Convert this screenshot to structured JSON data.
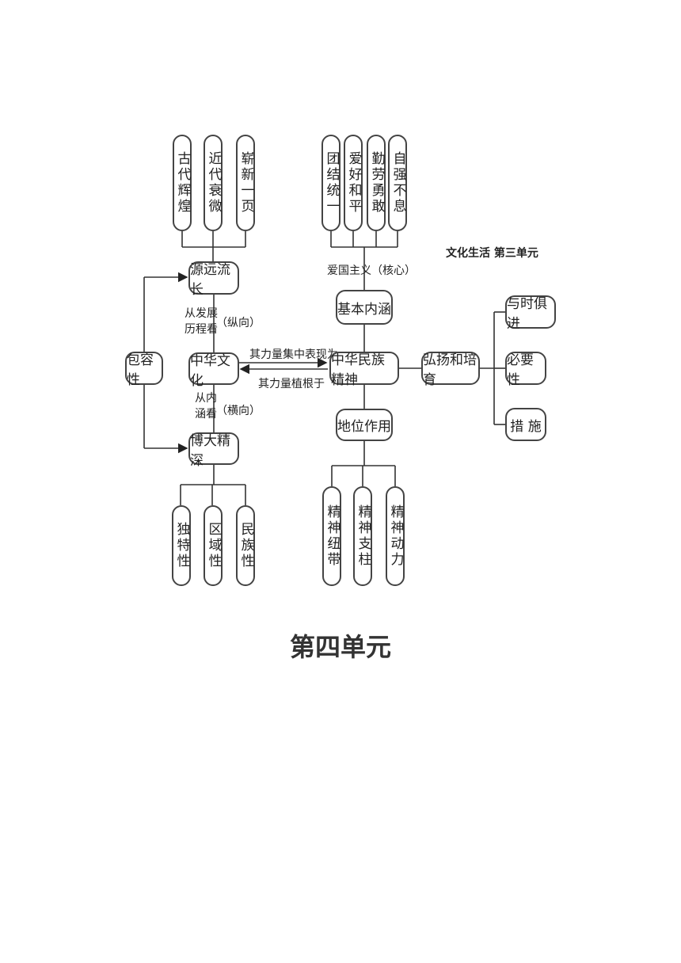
{
  "diagram": {
    "subtitle": "文化生活 第三单元",
    "nodes": {
      "yuanyuan": "源远流长",
      "zhonghua_wenhua": "中华文化",
      "boda": "博大精深",
      "baorong": "包容性",
      "jiben": "基本内涵",
      "minzu_jingshen": "中华民族精神",
      "diwei": "地位作用",
      "hongyang": "弘扬和培育",
      "yushi": "与时俱进",
      "biyao": "必要性",
      "cuoshi": "措 施"
    },
    "history": [
      "古代辉煌",
      "近代衰微",
      "崭新一页"
    ],
    "virtues": [
      "团结统一",
      "爱好和平",
      "勤劳勇敢",
      "自强不息"
    ],
    "traits": [
      "独特性",
      "区域性",
      "民族性"
    ],
    "roles": [
      "精神纽带",
      "精神支柱",
      "精神动力"
    ],
    "labels": {
      "aiguo": "爱国主义（核心）",
      "fazhan_a": "从发展",
      "fazhan_b": "历程看",
      "zongxiang": "（纵向）",
      "neihan_a": "从内",
      "neihan_b": "涵看",
      "hengxiang": "（横向）",
      "arrow_top": "其力量集中表现为",
      "arrow_bottom": "其力量植根于"
    }
  },
  "page": {
    "heading": "第四单元"
  }
}
